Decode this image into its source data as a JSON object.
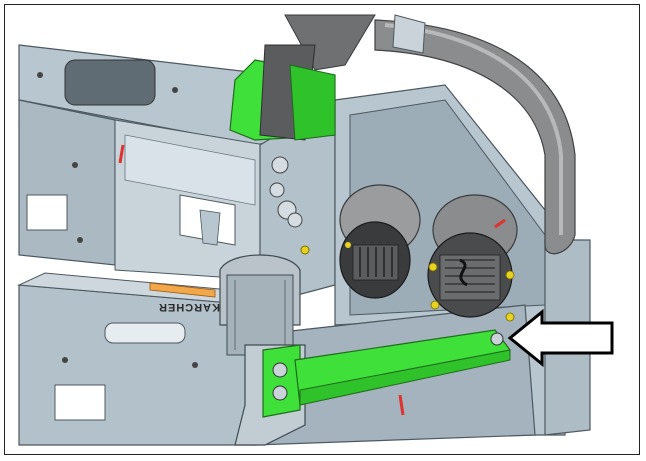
{
  "diagram": {
    "decal_text": "KARCHER",
    "components": {
      "frame": "main-frame",
      "handle": "tube-handle",
      "highlight_clamp": "green-handle-clamp",
      "highlight_arm": "green-support-arm",
      "motors": [
        "left-motor",
        "right-motor"
      ],
      "callout": "arrow-callout"
    },
    "colors": {
      "frame": "#b8c6cf",
      "frame_shadow": "#8fa0ab",
      "frame_dark": "#5f6c74",
      "highlight": "#3fe03a",
      "highlight_dark": "#1f9b1c",
      "tube": "#8a8c8e",
      "motor": "#7d7f80",
      "motor_dark": "#3a3b3c",
      "accent_red": "#e0322e",
      "accent_orange": "#f2a74a",
      "accent_yellow": "#e6d21f",
      "arrow_fill": "#ffffff",
      "arrow_stroke": "#000000",
      "border": "#222222"
    }
  }
}
